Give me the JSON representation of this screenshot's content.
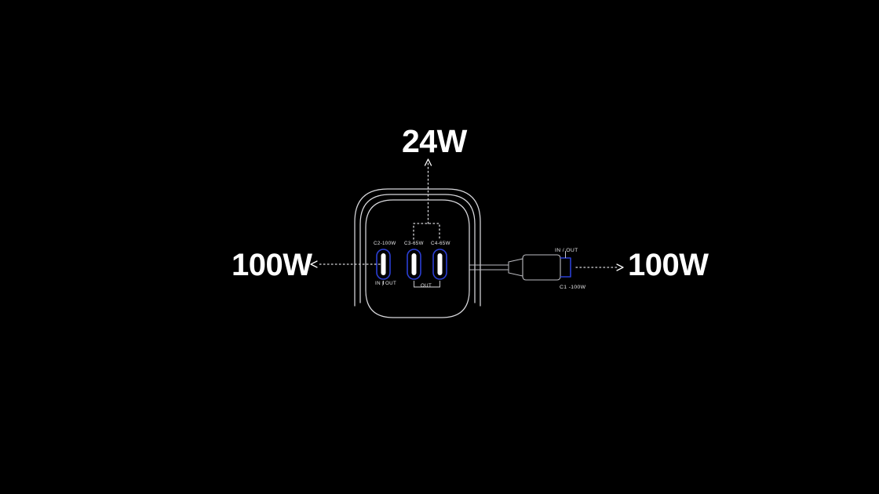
{
  "scene": {
    "background_color": "#000000",
    "line_color": "#d8d8dc",
    "accent_color": "#2b3fd4",
    "port_inner_color": "#ffffff",
    "connector_color": "#bdbdc2"
  },
  "callouts": {
    "top": {
      "value": "24W",
      "direction": "up",
      "source": "ports C3 + C4 combined"
    },
    "left": {
      "value": "100W",
      "direction": "left",
      "source": "port C2"
    },
    "right": {
      "value": "100W",
      "direction": "right",
      "source": "captive cable C1"
    }
  },
  "device": {
    "ports": [
      {
        "id": "C2",
        "label": "C2-100W",
        "footnote": "IN | OUT",
        "watts": 100
      },
      {
        "id": "C3",
        "label": "C3-65W",
        "watts": 65
      },
      {
        "id": "C4",
        "label": "C4-65W",
        "watts": 65
      }
    ],
    "port_group_footnote": "OUT",
    "cable": {
      "connector_label_top": "IN / OUT",
      "connector_label_bottom": "C1 -100W"
    }
  },
  "chart_data": {
    "type": "diagram",
    "title": "USB-C charger power distribution",
    "nodes": [
      {
        "name": "C2",
        "label": "C2-100W",
        "output": "100W",
        "mode": "IN | OUT"
      },
      {
        "name": "C3",
        "label": "C3-65W",
        "output": "65W",
        "mode": "OUT"
      },
      {
        "name": "C4",
        "label": "C4-65W",
        "output": "65W",
        "mode": "OUT"
      },
      {
        "name": "C1",
        "label": "C1 -100W",
        "output": "100W",
        "mode": "IN / OUT"
      }
    ],
    "callouts": [
      {
        "value": "24W",
        "position": "top",
        "from": [
          "C3",
          "C4"
        ]
      },
      {
        "value": "100W",
        "position": "left",
        "from": [
          "C2"
        ]
      },
      {
        "value": "100W",
        "position": "right",
        "from": [
          "C1"
        ]
      }
    ]
  }
}
